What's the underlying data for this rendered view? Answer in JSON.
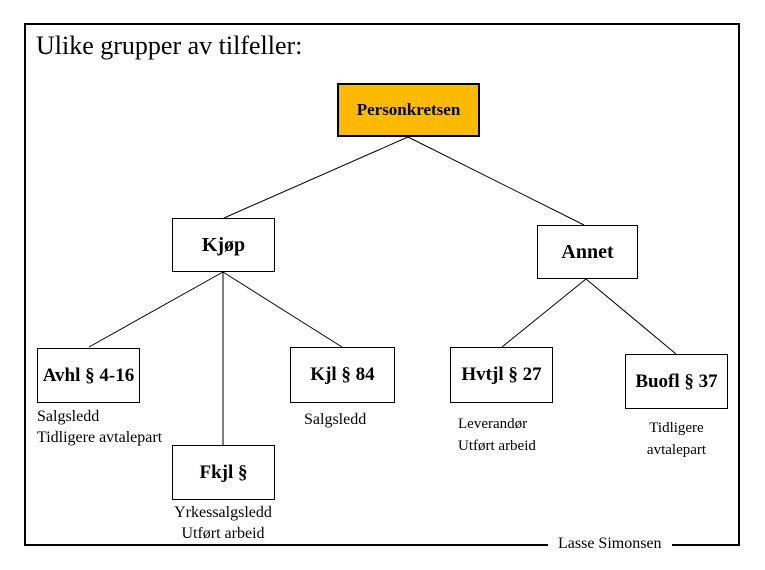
{
  "slide": {
    "title": "Ulike grupper av tilfeller:",
    "footer": "Lasse Simonsen"
  },
  "colors": {
    "root_fill": "#FBBA00",
    "line": "#000000",
    "text": "#000000"
  },
  "nodes": {
    "personkretsen": {
      "label": "Personkretsen"
    },
    "kjop": {
      "label": "Kjøp"
    },
    "annet": {
      "label": "Annet"
    },
    "avhl": {
      "label": "Avhl § 4-16",
      "note1": "Salgsledd",
      "note2": "Tidligere avtalepart"
    },
    "kjl": {
      "label": "Kjl § 84",
      "note1": "Salgsledd"
    },
    "hvtjl": {
      "label": "Hvtjl § 27",
      "note1": "Leverandør",
      "note2": "Utført arbeid"
    },
    "buofl": {
      "label": "Buofl § 37",
      "note1": "Tidligere",
      "note2": "avtalepart"
    },
    "fkjl": {
      "label": "Fkjl §",
      "note1": "Yrkessalgsledd",
      "note2": "Utført arbeid"
    }
  },
  "edges": [
    {
      "from": "personkretsen",
      "to": "kjop"
    },
    {
      "from": "personkretsen",
      "to": "annet"
    },
    {
      "from": "kjop",
      "to": "avhl"
    },
    {
      "from": "kjop",
      "to": "kjl"
    },
    {
      "from": "kjop",
      "to": "fkjl"
    },
    {
      "from": "annet",
      "to": "hvtjl"
    },
    {
      "from": "annet",
      "to": "buofl"
    }
  ]
}
